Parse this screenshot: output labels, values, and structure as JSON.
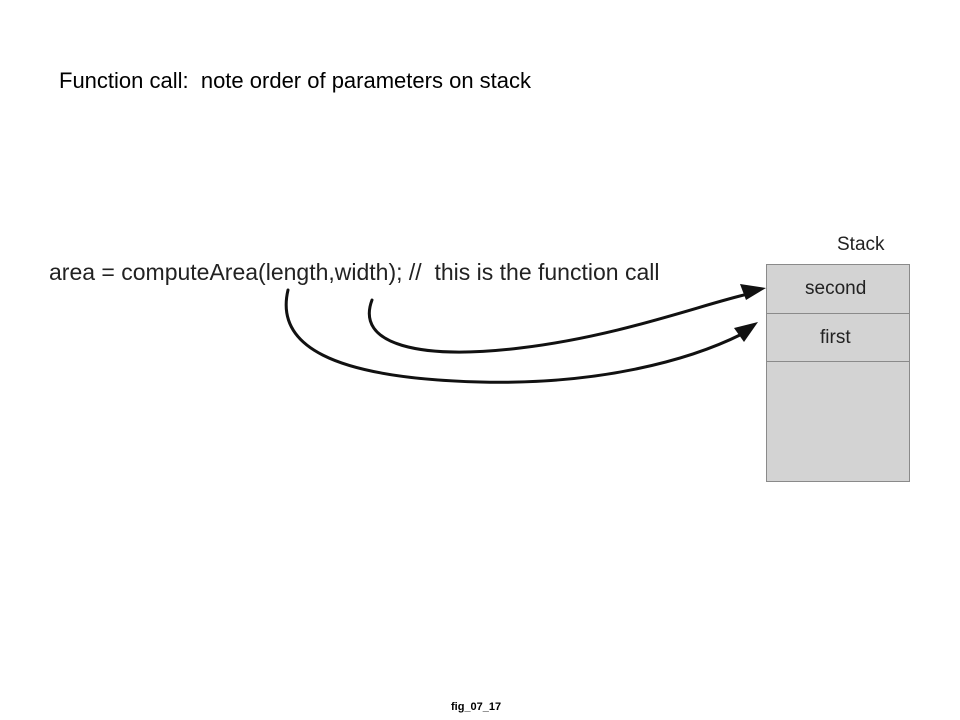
{
  "slide": {
    "title": "Function call:  note order of parameters on stack",
    "figure_label": "fig_07_17"
  },
  "diagram": {
    "code_line": "area = computeArea(length,width); //  this is the function call",
    "stack": {
      "label": "Stack",
      "cells": [
        {
          "label": "second"
        },
        {
          "label": "first"
        }
      ]
    },
    "colors": {
      "stack_fill": "#d3d3d3",
      "stack_border": "#8a8a8a",
      "arrow": "#111111"
    }
  }
}
